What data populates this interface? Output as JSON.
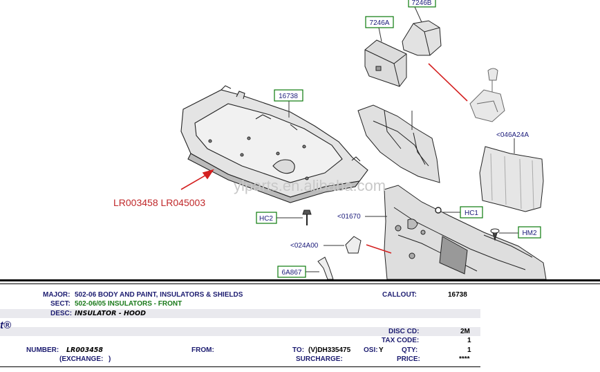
{
  "diagram": {
    "callouts": {
      "c7246B": "7246B",
      "c7246A": "7246A",
      "c16738": "16738",
      "c046A24A": "<046A24A",
      "cHC2": "HC2",
      "c01670": "<01670",
      "cHC1": "HC1",
      "cHM2": "HM2",
      "c024A00": "<024A00",
      "c6A867": "6A867"
    },
    "part_numbers": "LR003458 LR045003",
    "watermark": "ylparts.en.alibaba.com"
  },
  "info": {
    "major_label": "MAJOR:",
    "major_value": "502-06  BODY AND PAINT, INSULATORS & SHIELDS",
    "sect_label": "SECT:",
    "sect_value": "502-06/05  INSULATORS - FRONT",
    "desc_label": "DESC:",
    "desc_value": "INSULATOR - HOOD",
    "callout_label": "CALLOUT:",
    "callout_value": "16738",
    "disc_label": "DISC CD:",
    "disc_value": "2M",
    "taxcode_label": "TAX CODE:",
    "taxcode_value": "1",
    "number_label": "NUMBER:",
    "number_value": "LR003458",
    "from_label": "FROM:",
    "to_label": "TO:",
    "to_value": "(V)DH335475",
    "osi_label": "OSI:",
    "osi_value": "Y",
    "qty_label": "QTY:",
    "qty_value": "1",
    "exchange_label": "(EXCHANGE:",
    "exchange_value": ")",
    "surcharge_label": "SURCHARGE:",
    "price_label": "PRICE:",
    "price_value": "****",
    "logo_fragment": "t®"
  },
  "colors": {
    "callout_border": "#0a7a0a",
    "callout_text": "#1a1a7a",
    "part_number": "#c0282a",
    "leader_red": "#d42020",
    "label_blue": "#1c1c70",
    "stripe": "#e9e9ee"
  }
}
